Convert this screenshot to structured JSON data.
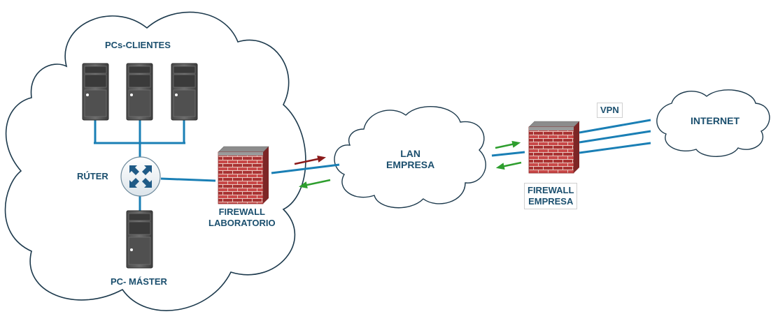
{
  "labels": {
    "pcs_clientes": "PCs-CLIENTES",
    "router": "RÚTER",
    "pc_master": "PC- MÁSTER",
    "firewall_lab_line1": "FIREWALL",
    "firewall_lab_line2": "LABORATORIO",
    "lan_line1": "LAN",
    "lan_line2": "EMPRESA",
    "firewall_emp_line1": "FIREWALL",
    "firewall_emp_line2": "EMPRESA",
    "vpn": "VPN",
    "internet": "INTERNET"
  },
  "colors": {
    "link": "#1a7fb5",
    "cloud_stroke": "#1d3a4d",
    "text": "#1b4f6e",
    "arrow_out": "#8b1a1a",
    "arrow_in": "#2e9e2e",
    "server_body": "#5a5a5a",
    "brick": "#b33a3a"
  },
  "icons": {
    "server": "server-icon",
    "router": "router-icon",
    "firewall": "firewall-icon",
    "cloud": "cloud-icon",
    "arrow": "arrow-icon"
  }
}
